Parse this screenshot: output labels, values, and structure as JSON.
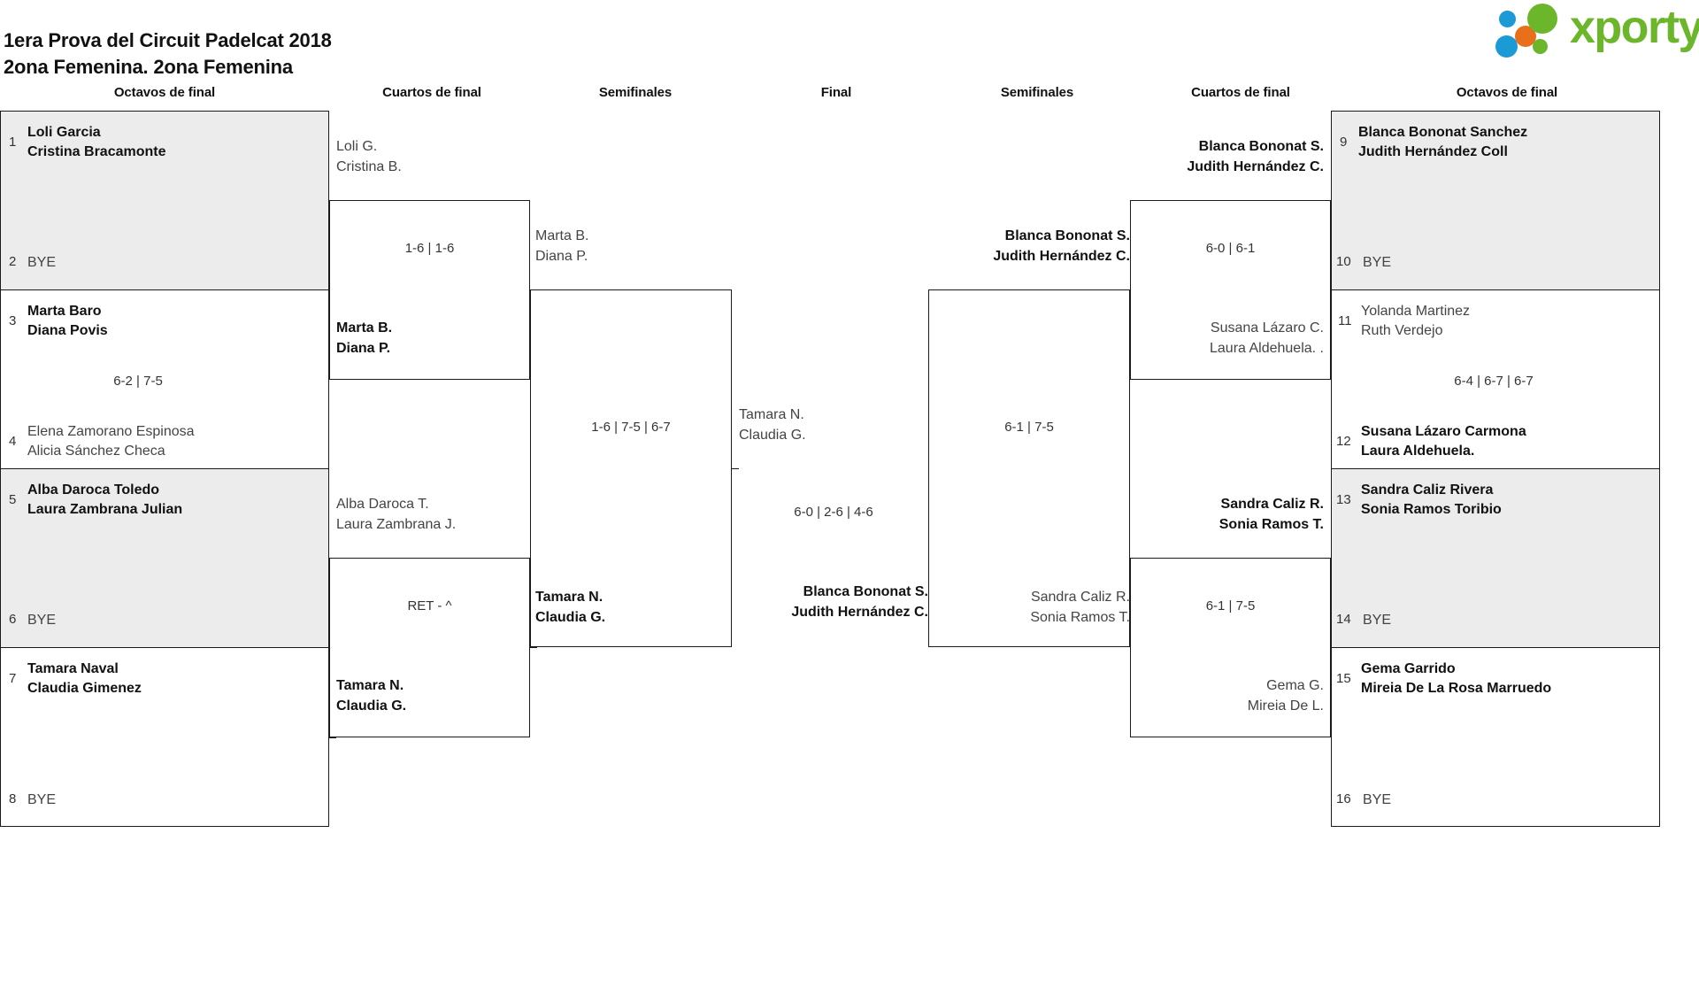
{
  "header": {
    "title_line1": "1era Prova del Circuit Padelcat 2018",
    "title_line2": "2ona Femenina. 2ona Femenina"
  },
  "logo": {
    "wordmark": "xporty",
    "colors": {
      "green": "#6cb62b",
      "blue": "#1b9ad6",
      "orange": "#e8701a"
    }
  },
  "round_headers": [
    {
      "label": "Octavos de final"
    },
    {
      "label": "Cuartos de final"
    },
    {
      "label": "Semifinales"
    },
    {
      "label": "Final"
    },
    {
      "label": "Semifinales"
    },
    {
      "label": "Cuartos de final"
    },
    {
      "label": "Octavos de final"
    }
  ],
  "left": {
    "octavos": [
      {
        "seed": "1",
        "p1": "Loli Garcia",
        "p2": "Cristina Bracamonte",
        "winner": true,
        "bye": false
      },
      {
        "seed": "2",
        "p1": "BYE",
        "p2": "",
        "winner": false,
        "bye": true
      },
      {
        "seed": "3",
        "p1": "Marta Baro",
        "p2": "Diana Povis",
        "winner": true,
        "bye": false
      },
      {
        "seed": "4",
        "p1": "Elena Zamorano Espinosa",
        "p2": "Alicia Sánchez Checa",
        "winner": false,
        "bye": false
      },
      {
        "seed": "5",
        "p1": "Alba Daroca Toledo",
        "p2": "Laura Zambrana Julian",
        "winner": true,
        "bye": false
      },
      {
        "seed": "6",
        "p1": "BYE",
        "p2": "",
        "winner": false,
        "bye": true
      },
      {
        "seed": "7",
        "p1": "Tamara Naval",
        "p2": "Claudia Gimenez",
        "winner": true,
        "bye": false
      },
      {
        "seed": "8",
        "p1": "BYE",
        "p2": "",
        "winner": false,
        "bye": true
      }
    ],
    "octavos_scores": [
      "",
      "6-2 | 7-5",
      "",
      ""
    ],
    "cuartos": [
      {
        "p1": "Loli G.",
        "p2": "Cristina B.",
        "winner": false
      },
      {
        "p1": "Marta B.",
        "p2": "Diana P.",
        "winner": true
      },
      {
        "p1": "Alba Daroca T.",
        "p2": "Laura Zambrana J.",
        "winner": false
      },
      {
        "p1": "Tamara N.",
        "p2": "Claudia G.",
        "winner": true
      }
    ],
    "cuartos_scores": [
      "1-6 | 1-6",
      "RET - ^"
    ],
    "semis": [
      {
        "p1": "Marta B.",
        "p2": "Diana P.",
        "winner": false
      },
      {
        "p1": "Tamara N.",
        "p2": "Claudia G.",
        "winner": true
      }
    ],
    "semis_score": "1-6 | 7-5 | 6-7"
  },
  "final": {
    "top": {
      "p1": "Tamara N.",
      "p2": "Claudia G.",
      "winner": false
    },
    "bottom": {
      "p1": "Blanca Bononat S.",
      "p2": "Judith Hernández C.",
      "winner": true
    },
    "score": "6-0 | 2-6 | 4-6"
  },
  "right": {
    "semis": [
      {
        "p1": "Blanca Bononat S.",
        "p2": "Judith Hernández C.",
        "winner": true
      },
      {
        "p1": "Sandra Caliz R.",
        "p2": "Sonia Ramos T.",
        "winner": false
      }
    ],
    "semis_score": "6-1 | 7-5",
    "cuartos": [
      {
        "p1": "Blanca Bononat S.",
        "p2": "Judith Hernández C.",
        "winner": true
      },
      {
        "p1": "Susana Lázaro C.",
        "p2": "Laura Aldehuela. .",
        "winner": false
      },
      {
        "p1": "Sandra Caliz R.",
        "p2": "Sonia Ramos T.",
        "winner": true
      },
      {
        "p1": "Gema G.",
        "p2": "Mireia De L.",
        "winner": false
      }
    ],
    "cuartos_scores": [
      "6-0 | 6-1",
      "6-1 | 7-5"
    ],
    "octavos": [
      {
        "seed": "9",
        "p1": "Blanca Bononat Sanchez",
        "p2": "Judith Hernández Coll",
        "winner": true,
        "bye": false
      },
      {
        "seed": "10",
        "p1": "BYE",
        "p2": "",
        "winner": false,
        "bye": true
      },
      {
        "seed": "11",
        "p1": "Yolanda Martinez",
        "p2": "Ruth Verdejo",
        "winner": false,
        "bye": false
      },
      {
        "seed": "12",
        "p1": "Susana Lázaro Carmona",
        "p2": "Laura Aldehuela.",
        "winner": true,
        "bye": false
      },
      {
        "seed": "13",
        "p1": "Sandra Caliz Rivera",
        "p2": "Sonia Ramos Toribio",
        "winner": true,
        "bye": false
      },
      {
        "seed": "14",
        "p1": "BYE",
        "p2": "",
        "winner": false,
        "bye": true
      },
      {
        "seed": "15",
        "p1": "Gema Garrido",
        "p2": "Mireia De La Rosa Marruedo",
        "winner": true,
        "bye": false
      },
      {
        "seed": "16",
        "p1": "BYE",
        "p2": "",
        "winner": false,
        "bye": true
      }
    ],
    "octavos_scores": [
      "",
      "6-4 | 6-7 | 6-7",
      "",
      ""
    ]
  }
}
